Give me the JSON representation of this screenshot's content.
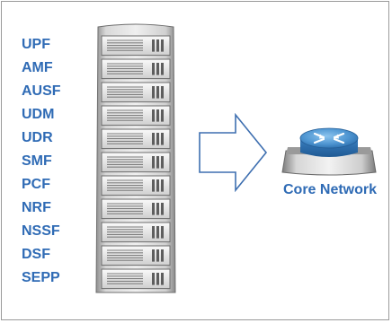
{
  "network_functions": [
    "UPF",
    "AMF",
    "AUSF",
    "UDM",
    "UDR",
    "SMF",
    "PCF",
    "NRF",
    "NSSF",
    "DSF",
    "SEPP"
  ],
  "core_network_label": "Core Network",
  "icons": {
    "server_rack": "server-rack-icon",
    "arrow": "right-arrow-icon",
    "router": "router-icon"
  },
  "colors": {
    "label_text": "#2f6bb5",
    "router_body": "#4a8fc9",
    "border": "#9a9a9a"
  }
}
